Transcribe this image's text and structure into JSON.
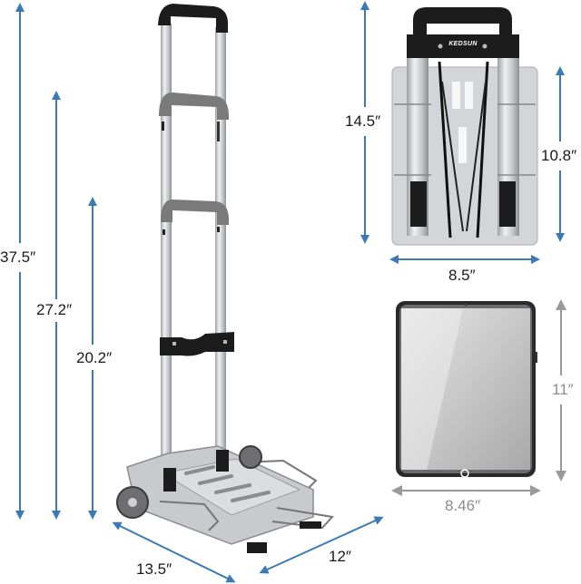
{
  "product": {
    "brand_logo": "KEDSUN",
    "subject": "folding hand truck dimension diagram"
  },
  "colors": {
    "dimension_arrow": "#3b7ab5",
    "tablet_arrow": "#9a9a9a",
    "handle_black": "#1c1c1c",
    "handle_gray": "#7a7a7a",
    "aluminum": "#c8c9cb"
  },
  "dimensions": {
    "unfolded": {
      "height_max": "37.5″",
      "height_mid": "27.2″",
      "height_min": "20.2″",
      "base_length": "13.5″",
      "base_width": "12″"
    },
    "folded": {
      "height_total": "14.5″",
      "height_body": "10.8″",
      "width": "8.5″"
    },
    "tablet_reference": {
      "height": "11″",
      "width": "8.46″"
    }
  }
}
